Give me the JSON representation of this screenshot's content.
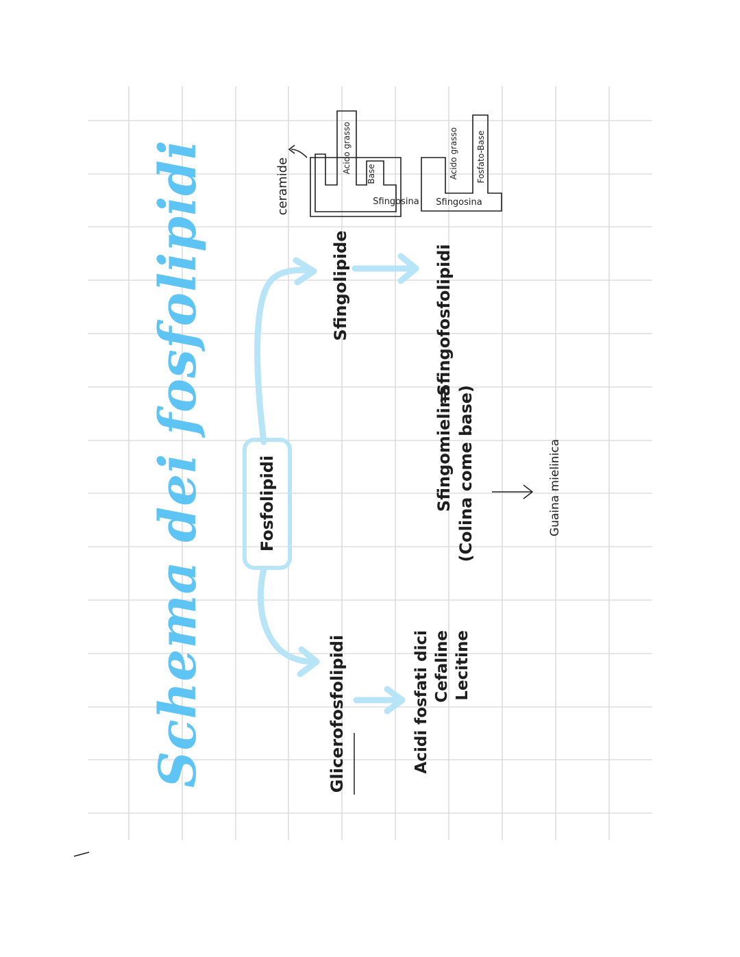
{
  "title": "Schema dei fosfolipidi",
  "root": "Fosfolipidi",
  "branches": {
    "left": {
      "label": "Glicerofosfolipidi",
      "examples": [
        "Acidi fosfati dici",
        "Cefaline",
        "Lecitine"
      ]
    },
    "right": {
      "label": "Sfingolipide",
      "sub": "Sfingofosfolipidi",
      "equals": "=",
      "example_line1": "Sfingomielina",
      "example_line2": "(Colina come base)",
      "result": "Guaina mielinica"
    }
  },
  "structure1": {
    "annotation": "ceramide",
    "backbone": "Sfingosina",
    "arm1": "Acido grasso",
    "arm2": "Base"
  },
  "structure2": {
    "backbone": "Sfingosina",
    "arm1": "Acido grasso",
    "arm2": "Fosfato-Base"
  },
  "colors": {
    "accent": "#5ec4f4",
    "arrow": "#b8e4f8",
    "grid": "#d6d6d6",
    "ink": "#1e1e1e"
  }
}
